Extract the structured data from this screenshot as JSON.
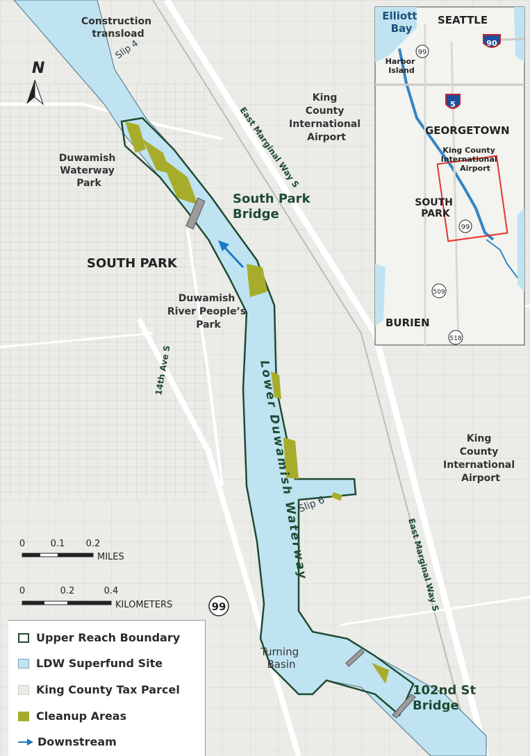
{
  "map": {
    "labels": {
      "construction": [
        "Construction",
        "transload"
      ],
      "slip4": "Slip 4",
      "duwamish_waterway_park": [
        "Duwamish",
        "Waterway",
        "Park"
      ],
      "king_county_airport_top": [
        "King",
        "County",
        "International",
        "Airport"
      ],
      "east_marginal_top": "East Marginal Way S",
      "south_park_bridge": [
        "South Park",
        "Bridge"
      ],
      "south_park": "SOUTH PARK",
      "people_park": [
        "Duwamish",
        "River People’s",
        "Park"
      ],
      "fourteenth_ave": "14th Ave S",
      "waterway": "Lower Duwamish Waterway",
      "king_county_airport_right": [
        "King",
        "County",
        "International",
        "Airport"
      ],
      "slip6": "Slip 6",
      "east_marginal_bottom": "East Marginal Way S",
      "turning_basin": [
        "Turning",
        "Basin"
      ],
      "bridge_102": [
        "102nd St",
        "Bridge"
      ],
      "north": "N",
      "highway_99": "99"
    },
    "scale": {
      "miles_ticks": [
        "0",
        "0.1",
        "0.2"
      ],
      "miles_unit": "MILES",
      "km_ticks": [
        "0",
        "0.2",
        "0.4"
      ],
      "km_unit": "KILOMETERS"
    },
    "inset": {
      "elliott_bay": [
        "Elliott",
        "Bay"
      ],
      "seattle": "SEATTLE",
      "harbor_island": [
        "Harbor",
        "Island"
      ],
      "georgetown": "GEORGETOWN",
      "airport": [
        "King County",
        "International",
        "Airport"
      ],
      "south_park": [
        "SOUTH",
        "PARK"
      ],
      "burien": "BURIEN",
      "shields": [
        "99",
        "90",
        "5",
        "99",
        "509",
        "518"
      ]
    }
  },
  "legend": {
    "items": [
      {
        "label": "Upper Reach Boundary",
        "icon": "outline-box-icon"
      },
      {
        "label": "LDW Superfund Site",
        "icon": "blue-box-icon"
      },
      {
        "label": "King County Tax Parcel",
        "icon": "gray-box-icon"
      },
      {
        "label": "Cleanup Areas",
        "icon": "olive-box-icon"
      },
      {
        "label": "Downstream",
        "icon": "arrow-icon"
      }
    ]
  },
  "colors": {
    "water": "#bfe3f0",
    "boundary": "#1f4a32",
    "parcel": "#ebebe8",
    "cleanup": "#a7ad2b",
    "arrow": "#1d7bc4",
    "inset_box": "#e3342f",
    "background": "#f3f3ef"
  }
}
